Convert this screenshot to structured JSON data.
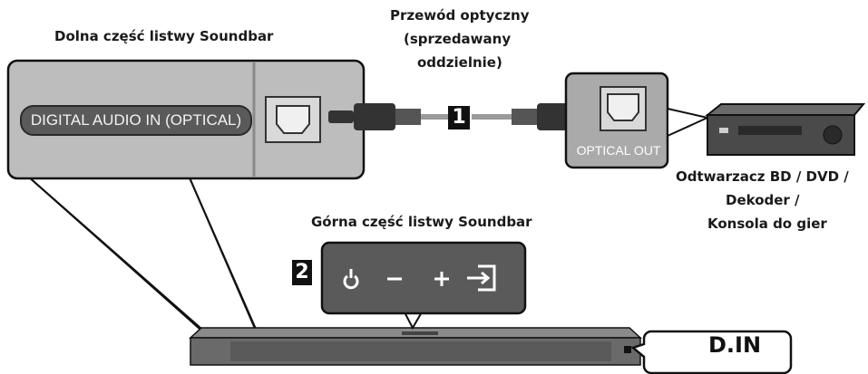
{
  "labels": {
    "bottom_soundbar": "Dolna część listwy Soundbar",
    "cable": [
      "Przewód optyczny",
      "(sprzedawany",
      "oddzielnie)"
    ],
    "device": [
      "Odtwarzacz BD / DVD /",
      "Dekoder /",
      "Konsola do gier"
    ],
    "top_soundbar": "Górna część listwy Soundbar"
  },
  "port_labels": {
    "digital_audio_in": "DIGITAL AUDIO IN (OPTICAL)",
    "optical_out": "OPTICAL OUT"
  },
  "steps": {
    "one": "1",
    "two": "2"
  },
  "display": "D.IN",
  "buttons": [
    "power-icon",
    "volume-down-icon",
    "volume-up-icon",
    "source-icon"
  ],
  "colors": {
    "panel": "#bdbdbd",
    "dark_panel": "#3a3a3a",
    "outline": "#111111"
  }
}
